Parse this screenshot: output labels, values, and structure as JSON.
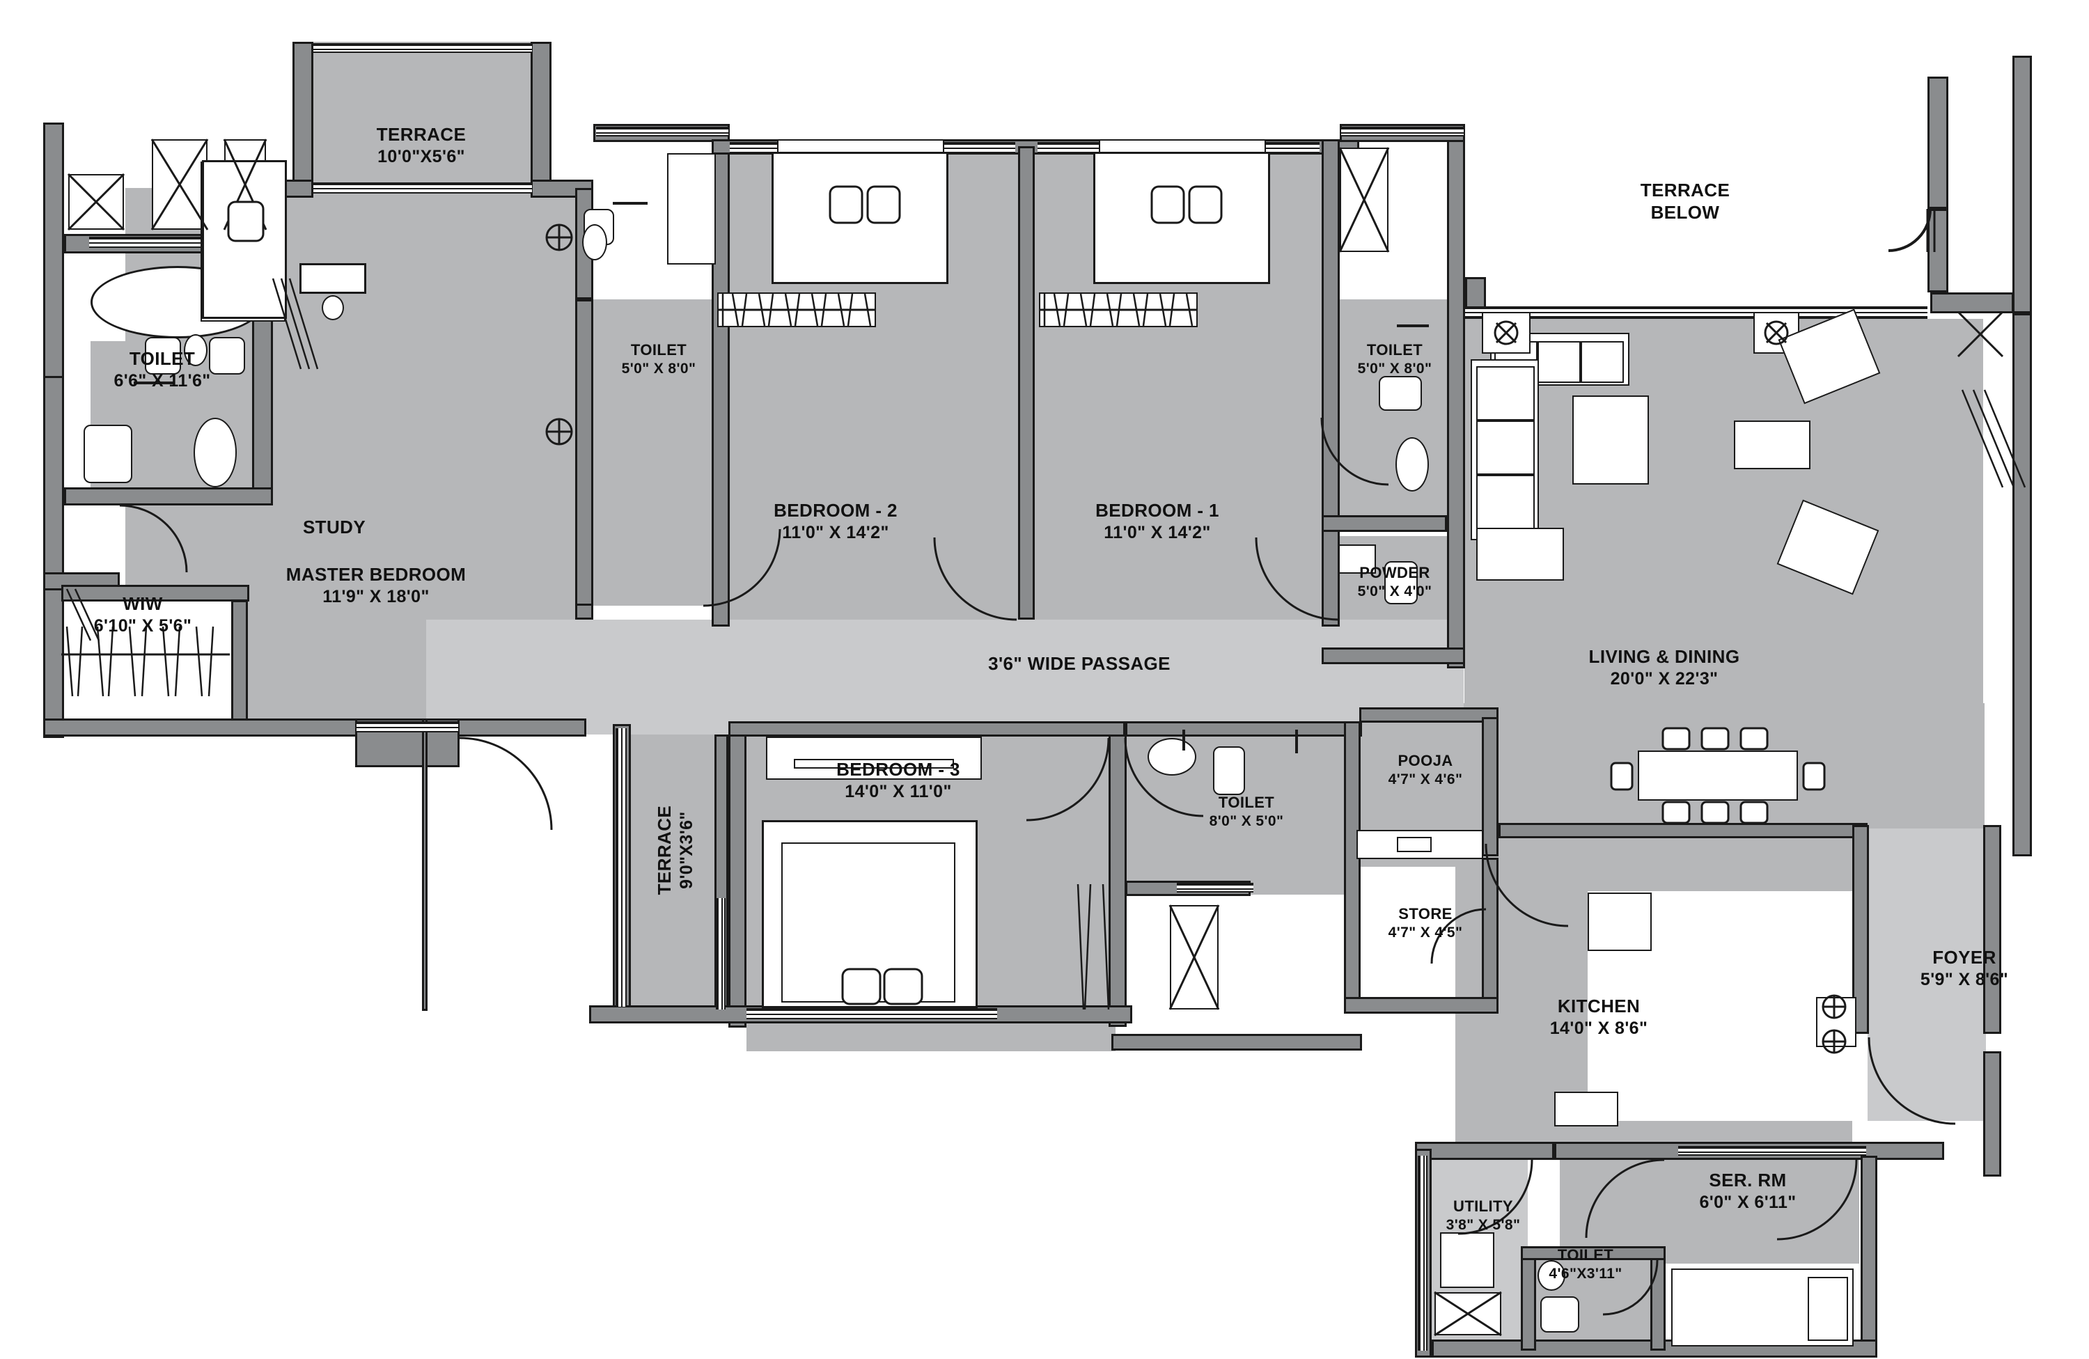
{
  "plan": {
    "title": "Residential Apartment Floor Plan",
    "colors": {
      "room_fill": "#b6b7b9",
      "passage_fill": "#c9cacc",
      "wall_fill": "#8a8c8e",
      "outline": "#1a1a1a",
      "white": "#ffffff"
    },
    "rooms": [
      {
        "id": "terrace_top",
        "name": "TERRACE",
        "dim": "10'0\"X5'6\""
      },
      {
        "id": "master_toilet",
        "name": "TOILET",
        "dim": "6'6\" X 11'6\""
      },
      {
        "id": "master_bed",
        "name": "MASTER BEDROOM",
        "dim": "11'9\" X 18'0\""
      },
      {
        "id": "wiw",
        "name": "WIW",
        "dim": "6'10\" X 5'6\""
      },
      {
        "id": "study",
        "name": "STUDY",
        "dim": ""
      },
      {
        "id": "toilet_bed2",
        "name": "TOILET",
        "dim": "5'0\" X 8'0\""
      },
      {
        "id": "bedroom2",
        "name": "BEDROOM - 2",
        "dim": "11'0\" X 14'2\""
      },
      {
        "id": "bedroom1",
        "name": "BEDROOM - 1",
        "dim": "11'0\" X 14'2\""
      },
      {
        "id": "toilet_bed1",
        "name": "TOILET",
        "dim": "5'0\" X 8'0\""
      },
      {
        "id": "powder",
        "name": "POWDER",
        "dim": "5'0\" X 4'0\""
      },
      {
        "id": "terrace_below",
        "name": "TERRACE",
        "dim": "BELOW"
      },
      {
        "id": "living_dining",
        "name": "LIVING & DINING",
        "dim": "20'0\" X 22'3\""
      },
      {
        "id": "passage",
        "name": "3'6\" WIDE PASSAGE",
        "dim": ""
      },
      {
        "id": "terrace_left",
        "name": "TERRACE",
        "dim": "9'0\"X3'6\""
      },
      {
        "id": "bedroom3",
        "name": "BEDROOM - 3",
        "dim": "14'0\" X 11'0\""
      },
      {
        "id": "toilet_bed3",
        "name": "TOILET",
        "dim": "8'0\" X 5'0\""
      },
      {
        "id": "pooja",
        "name": "POOJA",
        "dim": "4'7\" X 4'6\""
      },
      {
        "id": "store",
        "name": "STORE",
        "dim": "4'7\" X 4'5\""
      },
      {
        "id": "kitchen",
        "name": "KITCHEN",
        "dim": "14'0\" X 8'6\""
      },
      {
        "id": "foyer",
        "name": "FOYER",
        "dim": "5'9\" X 8'6\""
      },
      {
        "id": "utility",
        "name": "UTILITY",
        "dim": "3'8\" X 5'8\""
      },
      {
        "id": "servant_toilet",
        "name": "TOILET",
        "dim": "4'6\"X3'11\""
      },
      {
        "id": "servant_room",
        "name": "SER. RM",
        "dim": "6'0\" X 6'11\""
      }
    ]
  }
}
